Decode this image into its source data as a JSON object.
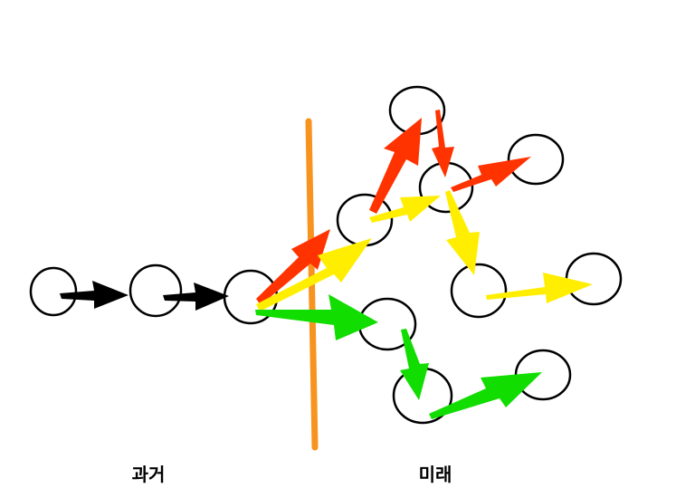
{
  "labels": {
    "past": "과거",
    "future": "미래"
  },
  "colors": {
    "past_arrow": "#000000",
    "red_branch": "#ff3300",
    "yellow_branch": "#ffee00",
    "green_branch": "#11dd00",
    "divider": "#f7931e",
    "node_stroke": "#000000"
  },
  "icons": {
    "state_node": "circle-node",
    "transition": "arrow"
  }
}
